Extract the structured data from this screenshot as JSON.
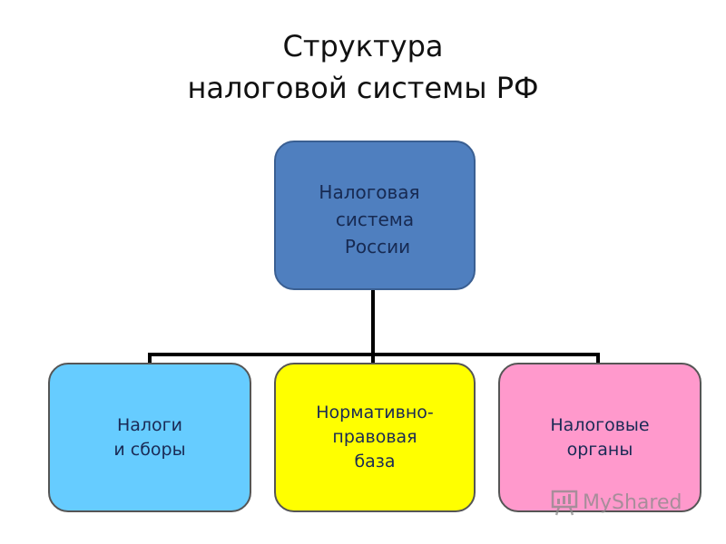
{
  "title": {
    "line1": "Структура",
    "line2": "налоговой системы РФ"
  },
  "diagram": {
    "root": {
      "lines": [
        "Налоговая",
        "система",
        "России"
      ]
    },
    "children": [
      {
        "lines": [
          "Налоги",
          "и сборы"
        ]
      },
      {
        "lines": [
          "Нормативно-",
          "правовая",
          "база"
        ]
      },
      {
        "lines": [
          "Налоговые",
          "органы"
        ]
      }
    ]
  },
  "colors": {
    "root_fill": "#4f7fbf",
    "taxes_fill": "#66ccff",
    "legal_fill": "#ffff00",
    "authorities_fill": "#ff99cc",
    "connector": "#000000"
  },
  "watermark": {
    "text": "MyShared",
    "icon": "presentation-board-icon"
  }
}
